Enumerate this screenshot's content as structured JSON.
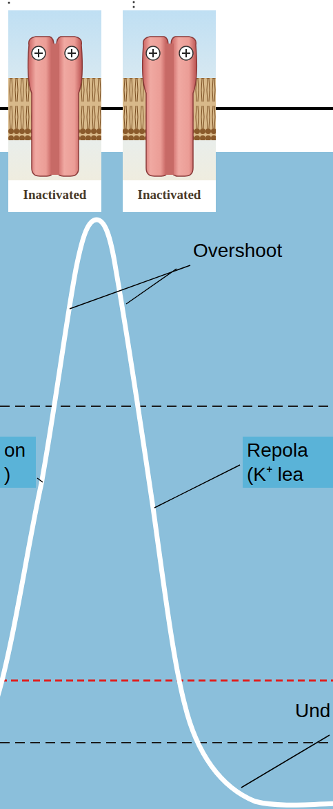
{
  "diagram": {
    "nodes": [
      {
        "text": [
          "Inactivated"
        ]
      },
      {
        "text": [
          "Inactivated"
        ]
      },
      {
        "text": [
          "on )"
        ]
      },
      {
        "text": [
          "Repola (K⁺ lea"
        ]
      }
    ],
    "labels": [
      "Overshoot",
      "Und"
    ]
  }
}
